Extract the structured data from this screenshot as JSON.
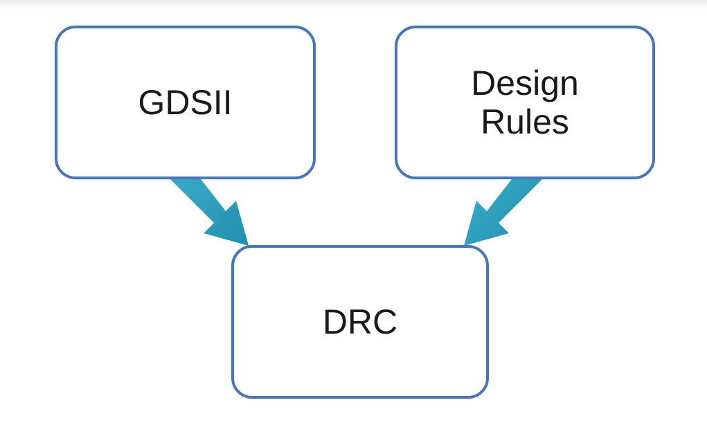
{
  "diagram": {
    "nodes": {
      "gdsii": {
        "lines": [
          "GDSII"
        ]
      },
      "design_rules": {
        "lines": [
          "Design",
          "Rules"
        ]
      },
      "drc": {
        "lines": [
          "DRC"
        ]
      }
    },
    "edges": [
      {
        "from": "gdsii",
        "to": "drc"
      },
      {
        "from": "design_rules",
        "to": "drc"
      }
    ],
    "colors": {
      "box_border": "#4a76b4",
      "arrow_fill": "#2fa3c1",
      "text": "#1a1a1a"
    }
  }
}
